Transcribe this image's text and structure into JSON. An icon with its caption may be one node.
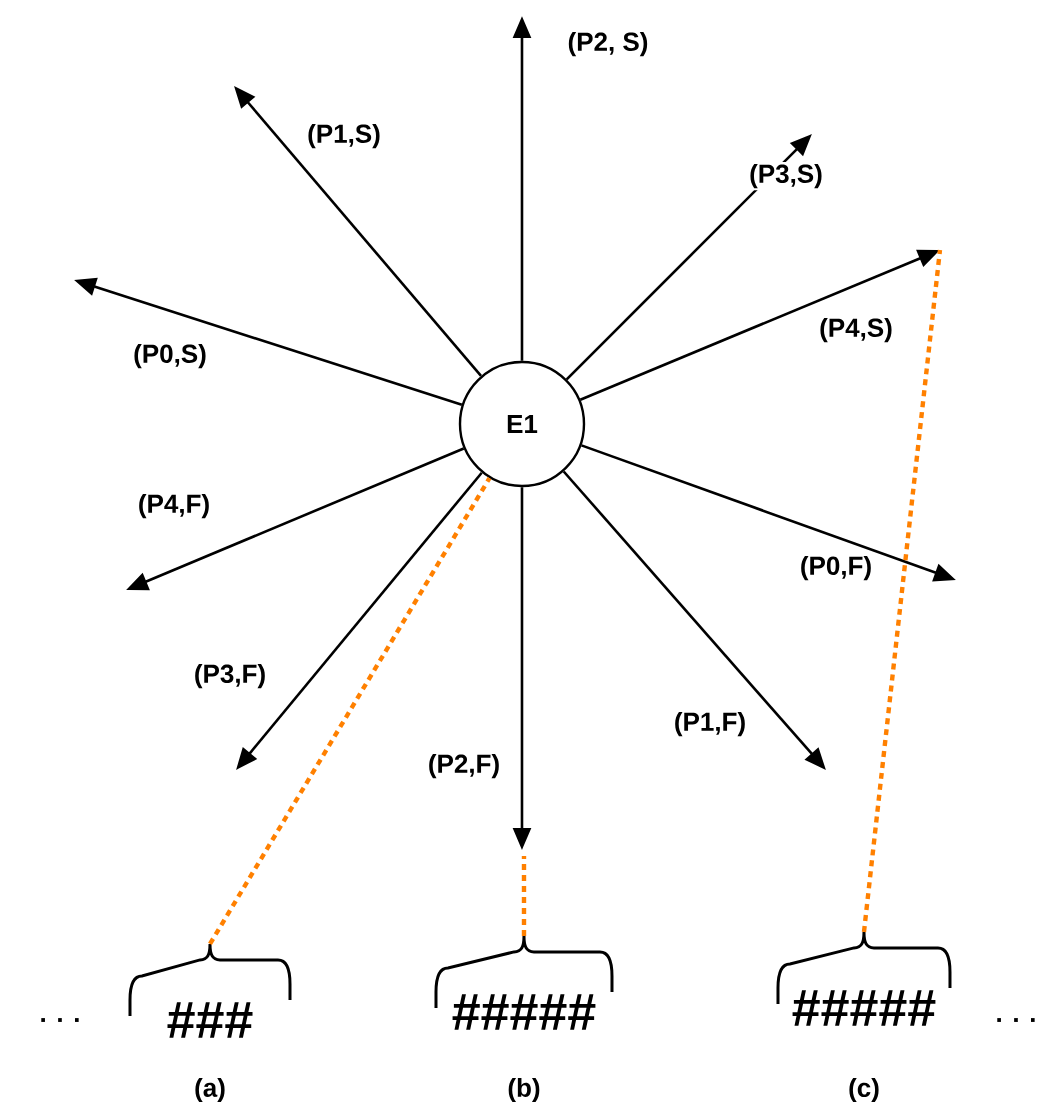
{
  "diagram": {
    "nodes": [
      {
        "text": [
          "E1"
        ]
      },
      {
        "text": [
          "###"
        ],
        "beside": [
          "(a)"
        ]
      },
      {
        "text": [
          "#####"
        ],
        "beside": [
          "(b)"
        ]
      },
      {
        "text": [
          "#####"
        ],
        "beside": [
          "(c)"
        ]
      }
    ],
    "edges": [
      {
        "from": 0,
        "to": null,
        "arrow": "to",
        "label": "(P1,S)"
      },
      {
        "from": 0,
        "to": null,
        "arrow": "to",
        "label": "(P2, S)"
      },
      {
        "from": 0,
        "to": null,
        "arrow": "to",
        "label": "(P3,S)"
      },
      {
        "from": 0,
        "to": null,
        "arrow": "to",
        "label": "(P0,S)"
      },
      {
        "from": 0,
        "to": null,
        "arrow": "to",
        "label": "(P4,S)"
      },
      {
        "from": 0,
        "to": null,
        "arrow": "to",
        "label": "(P4,F)"
      },
      {
        "from": 0,
        "to": null,
        "arrow": "to",
        "label": "(P0,F)"
      },
      {
        "from": 0,
        "to": null,
        "arrow": "to",
        "label": "(P3,F)"
      },
      {
        "from": 0,
        "to": null,
        "arrow": "to",
        "label": "(P2,F)"
      },
      {
        "from": 0,
        "to": null,
        "arrow": "to",
        "label": "(P1,F)"
      },
      {
        "from": 1,
        "to": 0,
        "arrow": "none",
        "style": "dashed",
        "color": "#ff8000"
      },
      {
        "from": 2,
        "to": null,
        "arrow": "none",
        "style": "dashed",
        "color": "#ff8000"
      },
      {
        "from": 3,
        "to": null,
        "arrow": "none",
        "style": "dashed",
        "color": "#ff8000"
      }
    ],
    "labels": [
      ". . .",
      ". . ."
    ]
  }
}
